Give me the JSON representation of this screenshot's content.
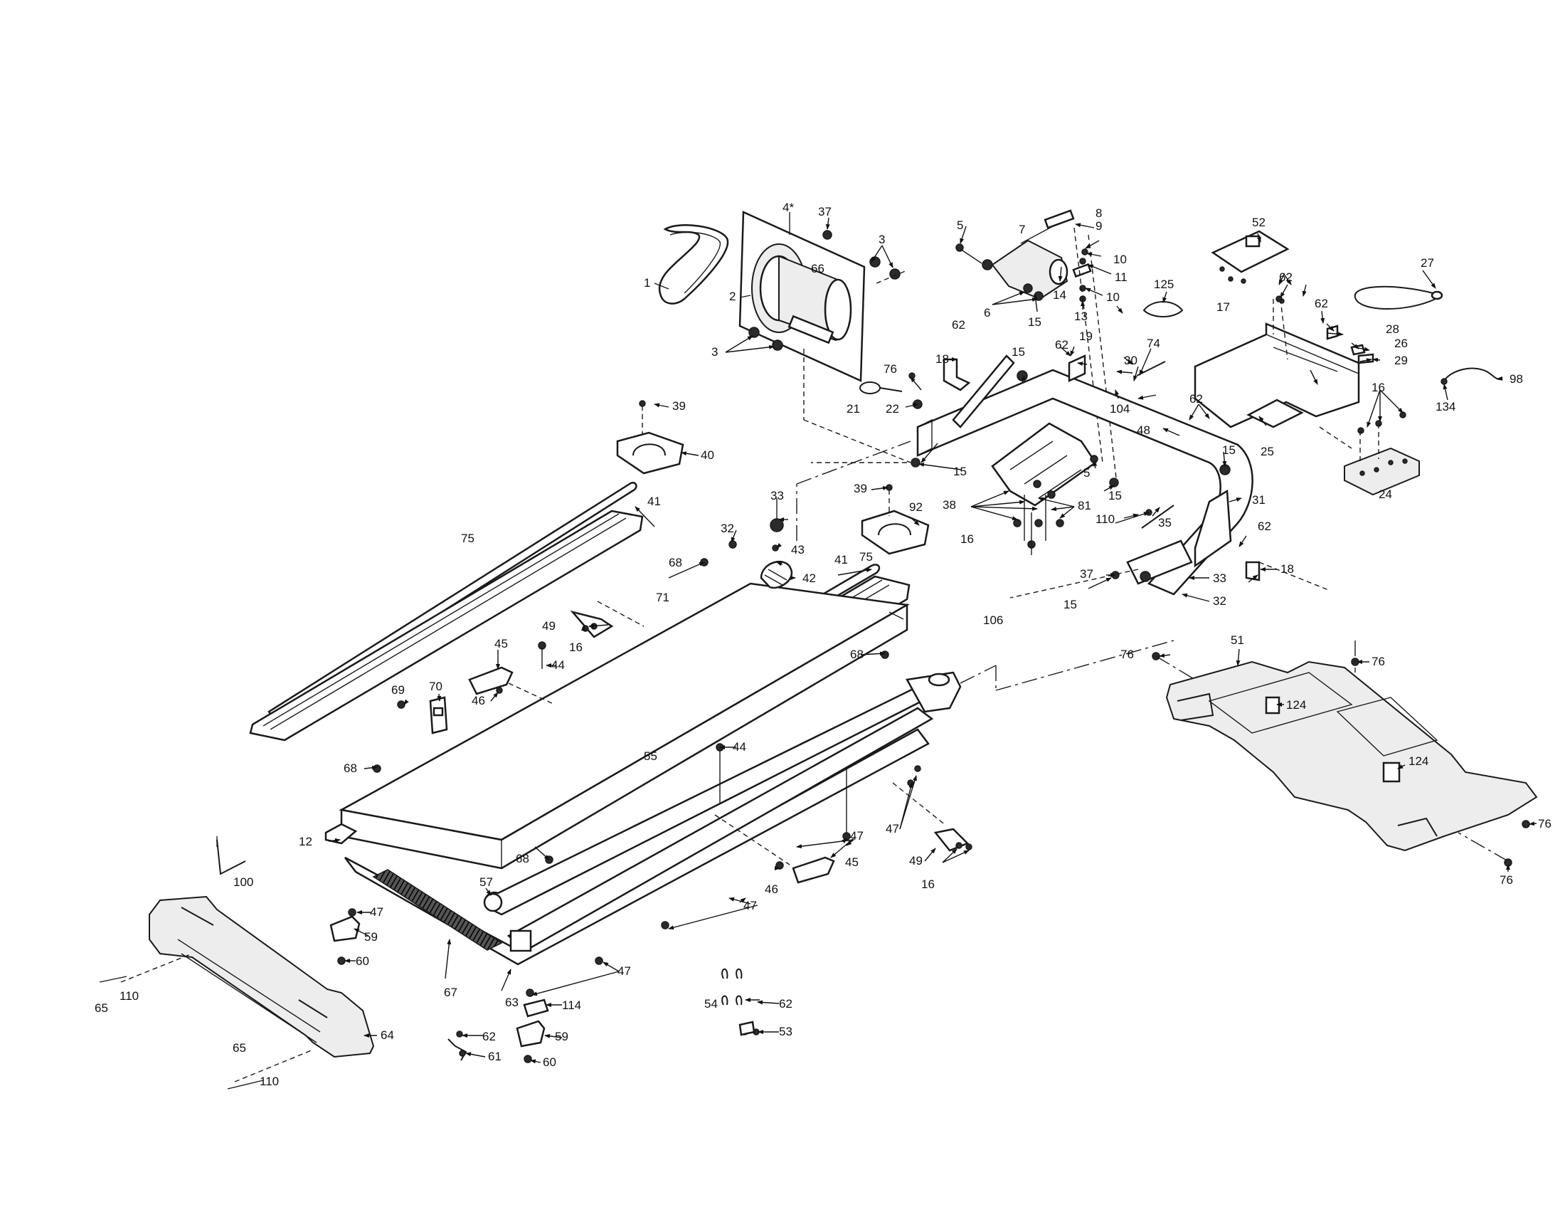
{
  "labels": {
    "l1": "1",
    "l2": "2",
    "l3a": "3",
    "l3b": "3",
    "l4": "4*",
    "l5a": "5",
    "l5b": "5",
    "l6": "6",
    "l7": "7",
    "l8": "8",
    "l9": "9",
    "l10a": "10",
    "l10b": "10",
    "l11": "11",
    "l12": "12",
    "l13": "13",
    "l14": "14",
    "l15a": "15",
    "l15b": "15",
    "l15c": "15",
    "l15d": "15",
    "l15e": "15",
    "l15f": "15",
    "l16a": "16",
    "l16b": "16",
    "l16c": "16",
    "l16d": "16",
    "l17": "17",
    "l18a": "18",
    "l18b": "18",
    "l19": "19",
    "l21": "21",
    "l22": "22",
    "l24": "24",
    "l25": "25",
    "l26": "26",
    "l27": "27",
    "l28": "28",
    "l29": "29",
    "l30": "30",
    "l31": "31",
    "l32a": "32",
    "l32b": "32",
    "l33a": "33",
    "l33b": "33",
    "l35": "35",
    "l37a": "37",
    "l37b": "37",
    "l38": "38",
    "l39a": "39",
    "l39b": "39",
    "l40": "40",
    "l41a": "41",
    "l41b": "41",
    "l42": "42",
    "l43": "43",
    "l44a": "44",
    "l44b": "44",
    "l45a": "45",
    "l45b": "45",
    "l46a": "46",
    "l46b": "46",
    "l47a": "47",
    "l47b": "47",
    "l47c": "47",
    "l47d": "47",
    "l47e": "47",
    "l48": "48",
    "l49a": "49",
    "l49b": "49",
    "l51": "51",
    "l52": "52",
    "l53": "53",
    "l54": "54",
    "l55": "55",
    "l57": "57",
    "l59a": "59",
    "l59b": "59",
    "l60a": "60",
    "l60b": "60",
    "l61": "61",
    "l62a": "62",
    "l62b": "62",
    "l62c": "62",
    "l62d": "62",
    "l62e": "62",
    "l62f": "62",
    "l62g": "62",
    "l62h": "62",
    "l63": "63",
    "l64": "64",
    "l65a": "65",
    "l65b": "65",
    "l66": "66",
    "l67": "67",
    "l68a": "68",
    "l68b": "68",
    "l68c": "68",
    "l68d": "68",
    "l69": "69",
    "l70": "70",
    "l71": "71",
    "l74": "74",
    "l75a": "75",
    "l75b": "75",
    "l76a": "76",
    "l76b": "76",
    "l76c": "76",
    "l76d": "76",
    "l76e": "76",
    "l81": "81",
    "l92": "92",
    "l98": "98",
    "l100": "100",
    "l104": "104",
    "l106": "106",
    "l110a": "110",
    "l110b": "110",
    "l110c": "110",
    "l114": "114",
    "l124a": "124",
    "l124b": "124",
    "l125": "125",
    "l134": "134"
  },
  "colors": {
    "line": "#1a1a1a",
    "background": "#ffffff",
    "fill_light": "#ededed"
  }
}
